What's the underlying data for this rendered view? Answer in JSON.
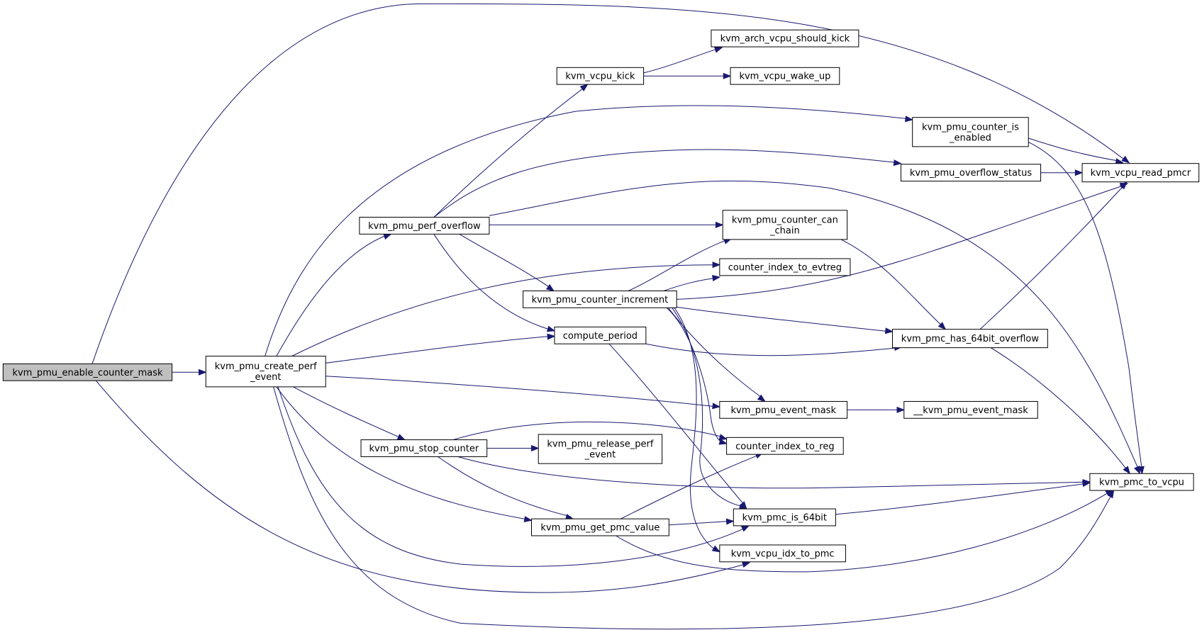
{
  "graph": {
    "edge_color": "#191970",
    "root_fill": "#bfbfbf",
    "nodes": [
      {
        "id": "enable_mask",
        "lines": [
          "kvm_pmu_enable_counter_mask"
        ],
        "root": true
      },
      {
        "id": "create_perf",
        "lines": [
          "kvm_pmu_create_perf",
          "_event"
        ]
      },
      {
        "id": "perf_overflow",
        "lines": [
          "kvm_pmu_perf_overflow"
        ]
      },
      {
        "id": "vcpu_kick",
        "lines": [
          "kvm_vcpu_kick"
        ]
      },
      {
        "id": "should_kick",
        "lines": [
          "kvm_arch_vcpu_should_kick"
        ]
      },
      {
        "id": "wake_up",
        "lines": [
          "kvm_vcpu_wake_up"
        ]
      },
      {
        "id": "counter_is_enabled",
        "lines": [
          "kvm_pmu_counter_is",
          "_enabled"
        ]
      },
      {
        "id": "read_pmcr",
        "lines": [
          "kvm_vcpu_read_pmcr"
        ]
      },
      {
        "id": "overflow_status",
        "lines": [
          "kvm_pmu_overflow_status"
        ]
      },
      {
        "id": "can_chain",
        "lines": [
          "kvm_pmu_counter_can",
          "_chain"
        ]
      },
      {
        "id": "idx_to_evtreg",
        "lines": [
          "counter_index_to_evtreg"
        ]
      },
      {
        "id": "counter_increment",
        "lines": [
          "kvm_pmu_counter_increment"
        ]
      },
      {
        "id": "compute_period",
        "lines": [
          "compute_period"
        ]
      },
      {
        "id": "has_64bit_overflow",
        "lines": [
          "kvm_pmc_has_64bit_overflow"
        ]
      },
      {
        "id": "event_mask",
        "lines": [
          "kvm_pmu_event_mask"
        ]
      },
      {
        "id": "__event_mask",
        "lines": [
          "__kvm_pmu_event_mask"
        ]
      },
      {
        "id": "stop_counter",
        "lines": [
          "kvm_pmu_stop_counter"
        ]
      },
      {
        "id": "release_perf",
        "lines": [
          "kvm_pmu_release_perf",
          "_event"
        ]
      },
      {
        "id": "idx_to_reg",
        "lines": [
          "counter_index_to_reg"
        ]
      },
      {
        "id": "pmc_to_vcpu",
        "lines": [
          "kvm_pmc_to_vcpu"
        ]
      },
      {
        "id": "get_pmc_value",
        "lines": [
          "kvm_pmu_get_pmc_value"
        ]
      },
      {
        "id": "pmc_is_64bit",
        "lines": [
          "kvm_pmc_is_64bit"
        ]
      },
      {
        "id": "idx_to_pmc",
        "lines": [
          "kvm_vcpu_idx_to_pmc"
        ]
      }
    ]
  }
}
